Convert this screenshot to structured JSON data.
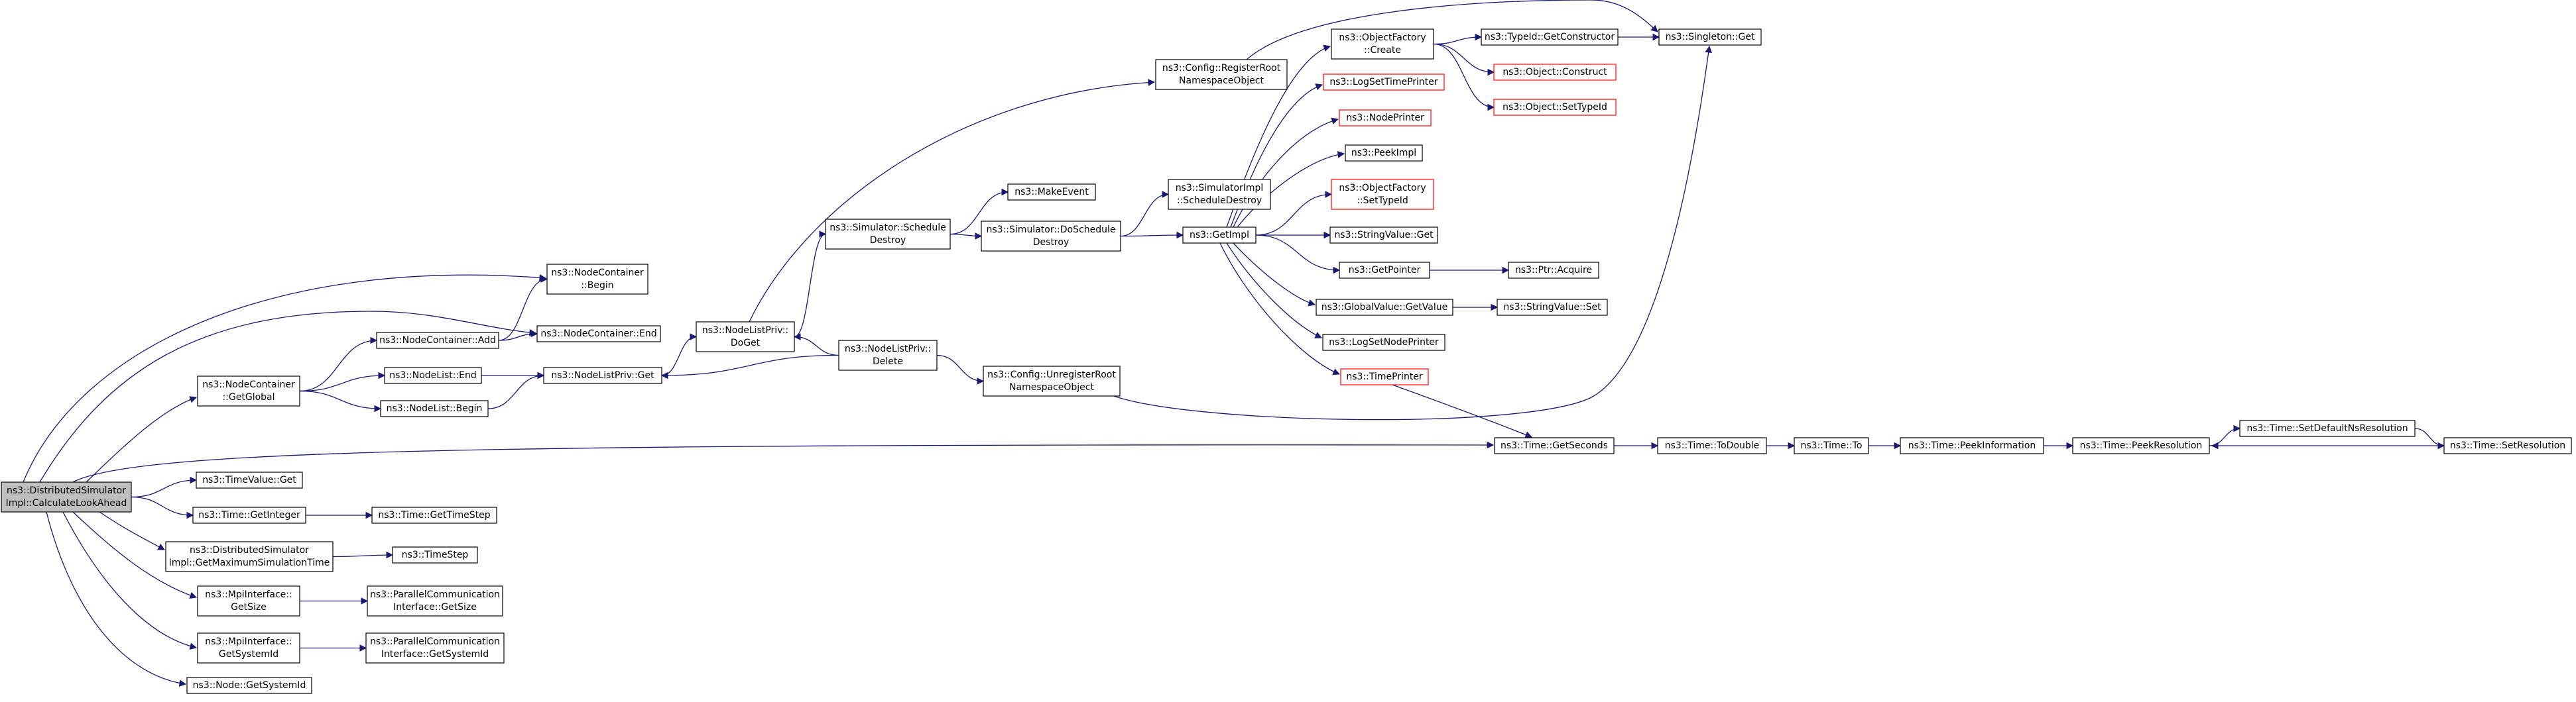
{
  "graph": {
    "title": "",
    "colors": {
      "edge": "#191970",
      "root_fill": "#bfbfbf",
      "missing_border": "#ff0000"
    },
    "nodes": [
      {
        "id": "root",
        "lines": [
          "ns3::DistributedSimulator",
          "Impl::CalculateLookAhead"
        ],
        "style": "root"
      },
      {
        "id": "nc_begin",
        "lines": [
          "ns3::NodeContainer",
          "::Begin"
        ]
      },
      {
        "id": "nc_end",
        "lines": [
          "ns3::NodeContainer::End"
        ]
      },
      {
        "id": "nc_add",
        "lines": [
          "ns3::NodeContainer::Add"
        ]
      },
      {
        "id": "nc_global",
        "lines": [
          "ns3::NodeContainer",
          "::GetGlobal"
        ]
      },
      {
        "id": "nl_end",
        "lines": [
          "ns3::NodeList::End"
        ]
      },
      {
        "id": "nl_begin",
        "lines": [
          "ns3::NodeList::Begin"
        ]
      },
      {
        "id": "nlp_get",
        "lines": [
          "ns3::NodeListPriv::Get"
        ]
      },
      {
        "id": "nlp_doget",
        "lines": [
          "ns3::NodeListPriv::",
          "DoGet"
        ]
      },
      {
        "id": "nlp_delete",
        "lines": [
          "ns3::NodeListPriv::",
          "Delete"
        ]
      },
      {
        "id": "sim_sched_destroy",
        "lines": [
          "ns3::Simulator::Schedule",
          "Destroy"
        ]
      },
      {
        "id": "make_event",
        "lines": [
          "ns3::MakeEvent"
        ]
      },
      {
        "id": "sim_do_sched_destroy",
        "lines": [
          "ns3::Simulator::DoSchedule",
          "Destroy"
        ]
      },
      {
        "id": "simimpl_sched_destroy",
        "lines": [
          "ns3::SimulatorImpl",
          "::ScheduleDestroy"
        ]
      },
      {
        "id": "cfg_register",
        "lines": [
          "ns3::Config::RegisterRoot",
          "NamespaceObject"
        ]
      },
      {
        "id": "cfg_unregister",
        "lines": [
          "ns3::Config::UnregisterRoot",
          "NamespaceObject"
        ]
      },
      {
        "id": "getimpl",
        "lines": [
          "ns3::GetImpl"
        ]
      },
      {
        "id": "of_create",
        "lines": [
          "ns3::ObjectFactory",
          "::Create"
        ]
      },
      {
        "id": "typeid_getctor",
        "lines": [
          "ns3::TypeId::GetConstructor"
        ]
      },
      {
        "id": "singleton_get",
        "lines": [
          "ns3::Singleton::Get"
        ]
      },
      {
        "id": "obj_construct",
        "lines": [
          "ns3::Object::Construct"
        ],
        "style": "missing"
      },
      {
        "id": "obj_settypeid",
        "lines": [
          "ns3::Object::SetTypeId"
        ],
        "style": "missing"
      },
      {
        "id": "log_set_time_printer",
        "lines": [
          "ns3::LogSetTimePrinter"
        ],
        "style": "missing"
      },
      {
        "id": "node_printer",
        "lines": [
          "ns3::NodePrinter"
        ],
        "style": "missing"
      },
      {
        "id": "peekimpl",
        "lines": [
          "ns3::PeekImpl"
        ]
      },
      {
        "id": "of_settypeid",
        "lines": [
          "ns3::ObjectFactory",
          "::SetTypeId"
        ],
        "style": "missing"
      },
      {
        "id": "stringvalue_get",
        "lines": [
          "ns3::StringValue::Get"
        ]
      },
      {
        "id": "getpointer",
        "lines": [
          "ns3::GetPointer"
        ]
      },
      {
        "id": "ptr_acquire",
        "lines": [
          "ns3::Ptr::Acquire"
        ]
      },
      {
        "id": "globalvalue_getvalue",
        "lines": [
          "ns3::GlobalValue::GetValue"
        ]
      },
      {
        "id": "stringvalue_set",
        "lines": [
          "ns3::StringValue::Set"
        ]
      },
      {
        "id": "log_set_node_printer",
        "lines": [
          "ns3::LogSetNodePrinter"
        ]
      },
      {
        "id": "time_printer",
        "lines": [
          "ns3::TimePrinter"
        ],
        "style": "missing"
      },
      {
        "id": "time_getseconds",
        "lines": [
          "ns3::Time::GetSeconds"
        ]
      },
      {
        "id": "time_todouble",
        "lines": [
          "ns3::Time::ToDouble"
        ]
      },
      {
        "id": "time_to",
        "lines": [
          "ns3::Time::To"
        ]
      },
      {
        "id": "time_peekinfo",
        "lines": [
          "ns3::Time::PeekInformation"
        ]
      },
      {
        "id": "time_peekres",
        "lines": [
          "ns3::Time::PeekResolution"
        ]
      },
      {
        "id": "time_setdefaultnsres",
        "lines": [
          "ns3::Time::SetDefaultNsResolution"
        ]
      },
      {
        "id": "time_setres",
        "lines": [
          "ns3::Time::SetResolution"
        ]
      },
      {
        "id": "timevalue_get",
        "lines": [
          "ns3::TimeValue::Get"
        ]
      },
      {
        "id": "time_getinteger",
        "lines": [
          "ns3::Time::GetInteger"
        ]
      },
      {
        "id": "time_gettimestep",
        "lines": [
          "ns3::Time::GetTimeStep"
        ]
      },
      {
        "id": "dsi_getmaxsimtime",
        "lines": [
          "ns3::DistributedSimulator",
          "Impl::GetMaximumSimulationTime"
        ]
      },
      {
        "id": "timestep",
        "lines": [
          "ns3::TimeStep"
        ]
      },
      {
        "id": "mpi_getsize",
        "lines": [
          "ns3::MpiInterface::",
          "GetSize"
        ]
      },
      {
        "id": "pci_getsize",
        "lines": [
          "ns3::ParallelCommunication",
          "Interface::GetSize"
        ]
      },
      {
        "id": "mpi_getsystemid",
        "lines": [
          "ns3::MpiInterface::",
          "GetSystemId"
        ]
      },
      {
        "id": "pci_getsystemid",
        "lines": [
          "ns3::ParallelCommunication",
          "Interface::GetSystemId"
        ]
      },
      {
        "id": "node_getsystemid",
        "lines": [
          "ns3::Node::GetSystemId"
        ]
      }
    ],
    "edges": [
      [
        "root",
        "nc_begin"
      ],
      [
        "root",
        "nc_end"
      ],
      [
        "root",
        "nc_global"
      ],
      [
        "root",
        "time_getseconds"
      ],
      [
        "root",
        "timevalue_get"
      ],
      [
        "root",
        "time_getinteger"
      ],
      [
        "root",
        "dsi_getmaxsimtime"
      ],
      [
        "root",
        "mpi_getsize"
      ],
      [
        "root",
        "mpi_getsystemid"
      ],
      [
        "root",
        "node_getsystemid"
      ],
      [
        "nc_global",
        "nc_add"
      ],
      [
        "nc_global",
        "nl_end"
      ],
      [
        "nc_global",
        "nl_begin"
      ],
      [
        "nc_add",
        "nc_begin"
      ],
      [
        "nc_add",
        "nc_end"
      ],
      [
        "nl_end",
        "nlp_get"
      ],
      [
        "nl_begin",
        "nlp_get"
      ],
      [
        "nlp_get",
        "nlp_doget"
      ],
      [
        "nlp_delete",
        "nlp_doget"
      ],
      [
        "nlp_delete",
        "nlp_get"
      ],
      [
        "nlp_doget",
        "cfg_register"
      ],
      [
        "nlp_doget",
        "sim_sched_destroy"
      ],
      [
        "nlp_delete",
        "cfg_unregister"
      ],
      [
        "sim_sched_destroy",
        "make_event"
      ],
      [
        "sim_sched_destroy",
        "sim_do_sched_destroy"
      ],
      [
        "sim_do_sched_destroy",
        "simimpl_sched_destroy"
      ],
      [
        "sim_do_sched_destroy",
        "getimpl"
      ],
      [
        "cfg_register",
        "singleton_get"
      ],
      [
        "cfg_unregister",
        "singleton_get"
      ],
      [
        "getimpl",
        "of_create"
      ],
      [
        "getimpl",
        "log_set_time_printer"
      ],
      [
        "getimpl",
        "node_printer"
      ],
      [
        "getimpl",
        "peekimpl"
      ],
      [
        "getimpl",
        "of_settypeid"
      ],
      [
        "getimpl",
        "stringvalue_get"
      ],
      [
        "getimpl",
        "getpointer"
      ],
      [
        "getimpl",
        "globalvalue_getvalue"
      ],
      [
        "getimpl",
        "log_set_node_printer"
      ],
      [
        "getimpl",
        "time_printer"
      ],
      [
        "of_create",
        "typeid_getctor"
      ],
      [
        "of_create",
        "obj_construct"
      ],
      [
        "of_create",
        "obj_settypeid"
      ],
      [
        "typeid_getctor",
        "singleton_get"
      ],
      [
        "getpointer",
        "ptr_acquire"
      ],
      [
        "globalvalue_getvalue",
        "stringvalue_set"
      ],
      [
        "time_printer",
        "time_getseconds"
      ],
      [
        "time_getseconds",
        "time_todouble"
      ],
      [
        "time_todouble",
        "time_to"
      ],
      [
        "time_to",
        "time_peekinfo"
      ],
      [
        "time_peekinfo",
        "time_peekres"
      ],
      [
        "time_peekres",
        "time_setdefaultnsres"
      ],
      [
        "time_setdefaultnsres",
        "time_setres"
      ],
      [
        "time_setres",
        "time_peekres"
      ],
      [
        "time_getinteger",
        "time_gettimestep"
      ],
      [
        "dsi_getmaxsimtime",
        "timestep"
      ],
      [
        "mpi_getsize",
        "pci_getsize"
      ],
      [
        "mpi_getsystemid",
        "pci_getsystemid"
      ]
    ]
  }
}
